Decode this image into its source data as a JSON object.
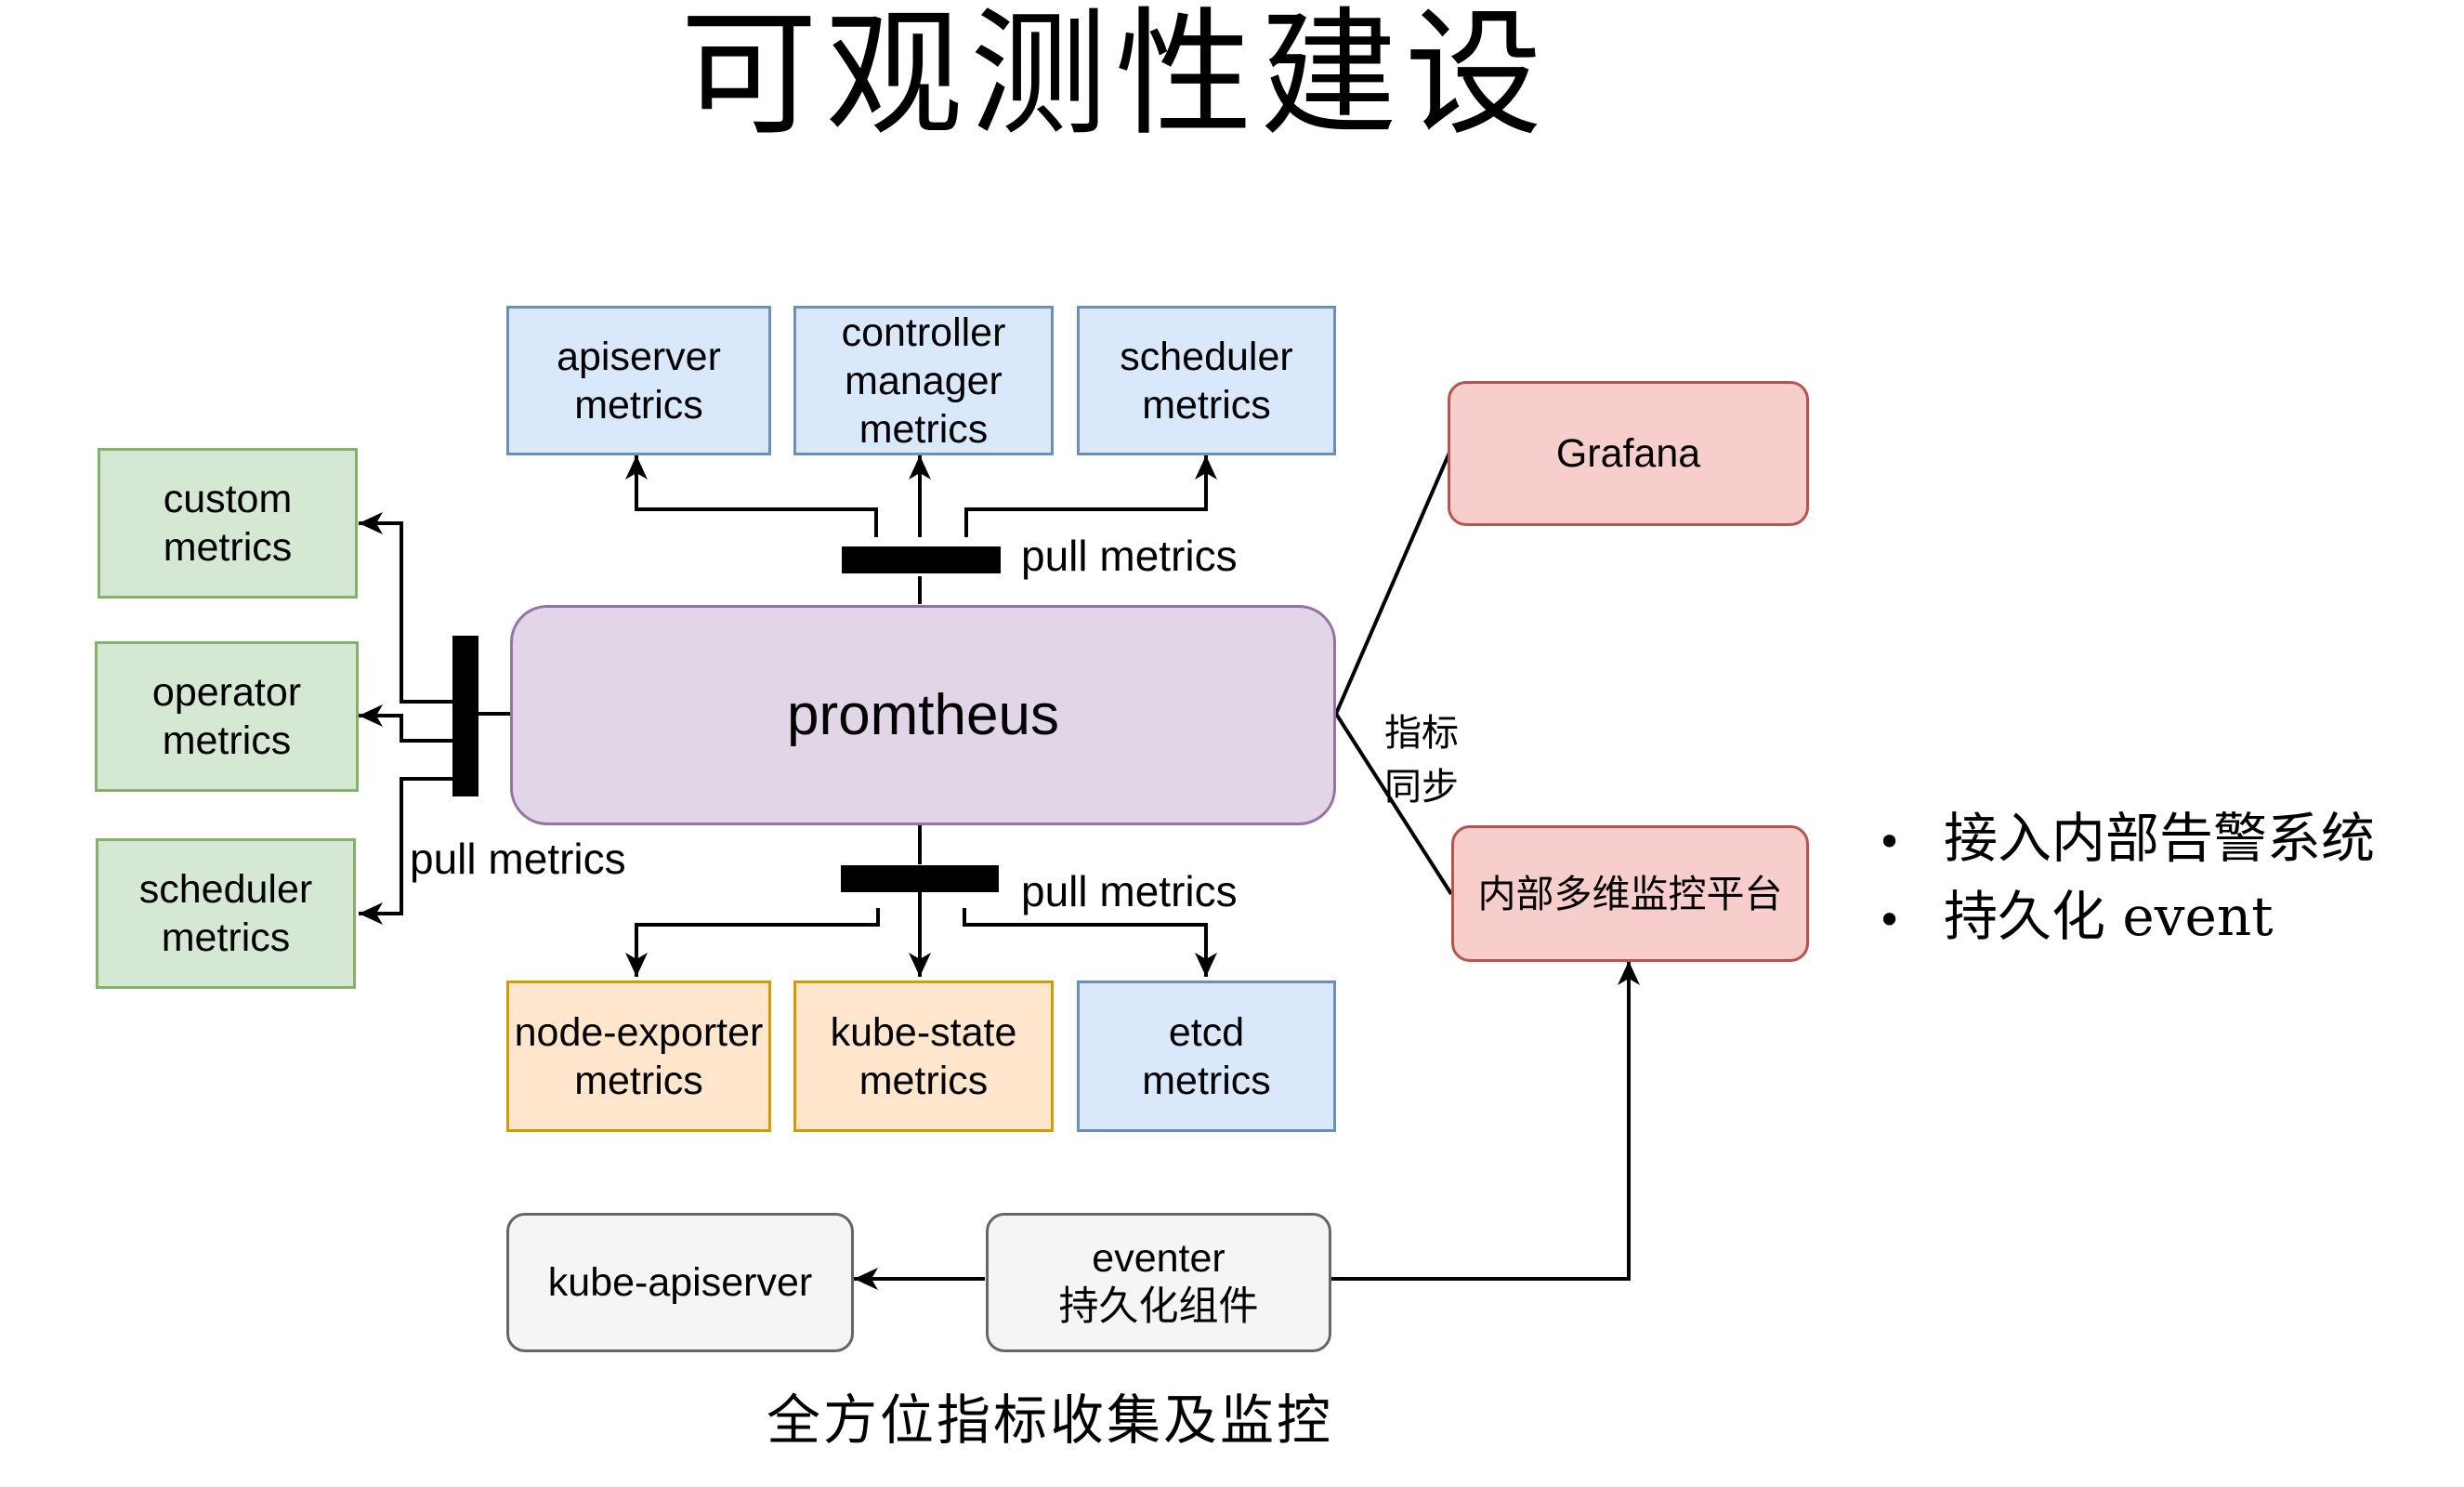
{
  "title": "可观测性建设",
  "boxes": {
    "apiserver": "apiserver\nmetrics",
    "controller": "controller\nmanager\nmetrics",
    "scheduler_top": "scheduler\nmetrics",
    "custom": "custom\nmetrics",
    "operator": "operator\nmetrics",
    "scheduler_left": "scheduler\nmetrics",
    "prometheus": "promtheus",
    "node_exporter": "node-exporter\nmetrics",
    "kube_state": "kube-state\nmetrics",
    "etcd": "etcd\nmetrics",
    "grafana": "Grafana",
    "internal_platform": "内部多维监控平台",
    "kube_apiserver": "kube-apiserver",
    "eventer": "eventer\n持久化组件"
  },
  "labels": {
    "pull_top": "pull metrics",
    "pull_left": "pull metrics",
    "pull_bottom": "pull metrics",
    "sync": "指标\n同步"
  },
  "bullets": [
    "接入内部告警系统",
    "持久化 event"
  ],
  "caption": "全方位指标收集及监控",
  "colors": {
    "blue_fill": "#dae8fc",
    "blue_stroke": "#6c8ebf",
    "green_fill": "#d5e8d4",
    "green_stroke": "#82b366",
    "orange_fill": "#ffe6cc",
    "orange_stroke": "#d79b00",
    "pink_fill": "#f8cecc",
    "pink_stroke": "#b85450",
    "purple_fill": "#e1d5e7",
    "purple_stroke": "#9673a6",
    "gray_fill": "#f5f5f5",
    "gray_stroke": "#666666"
  }
}
